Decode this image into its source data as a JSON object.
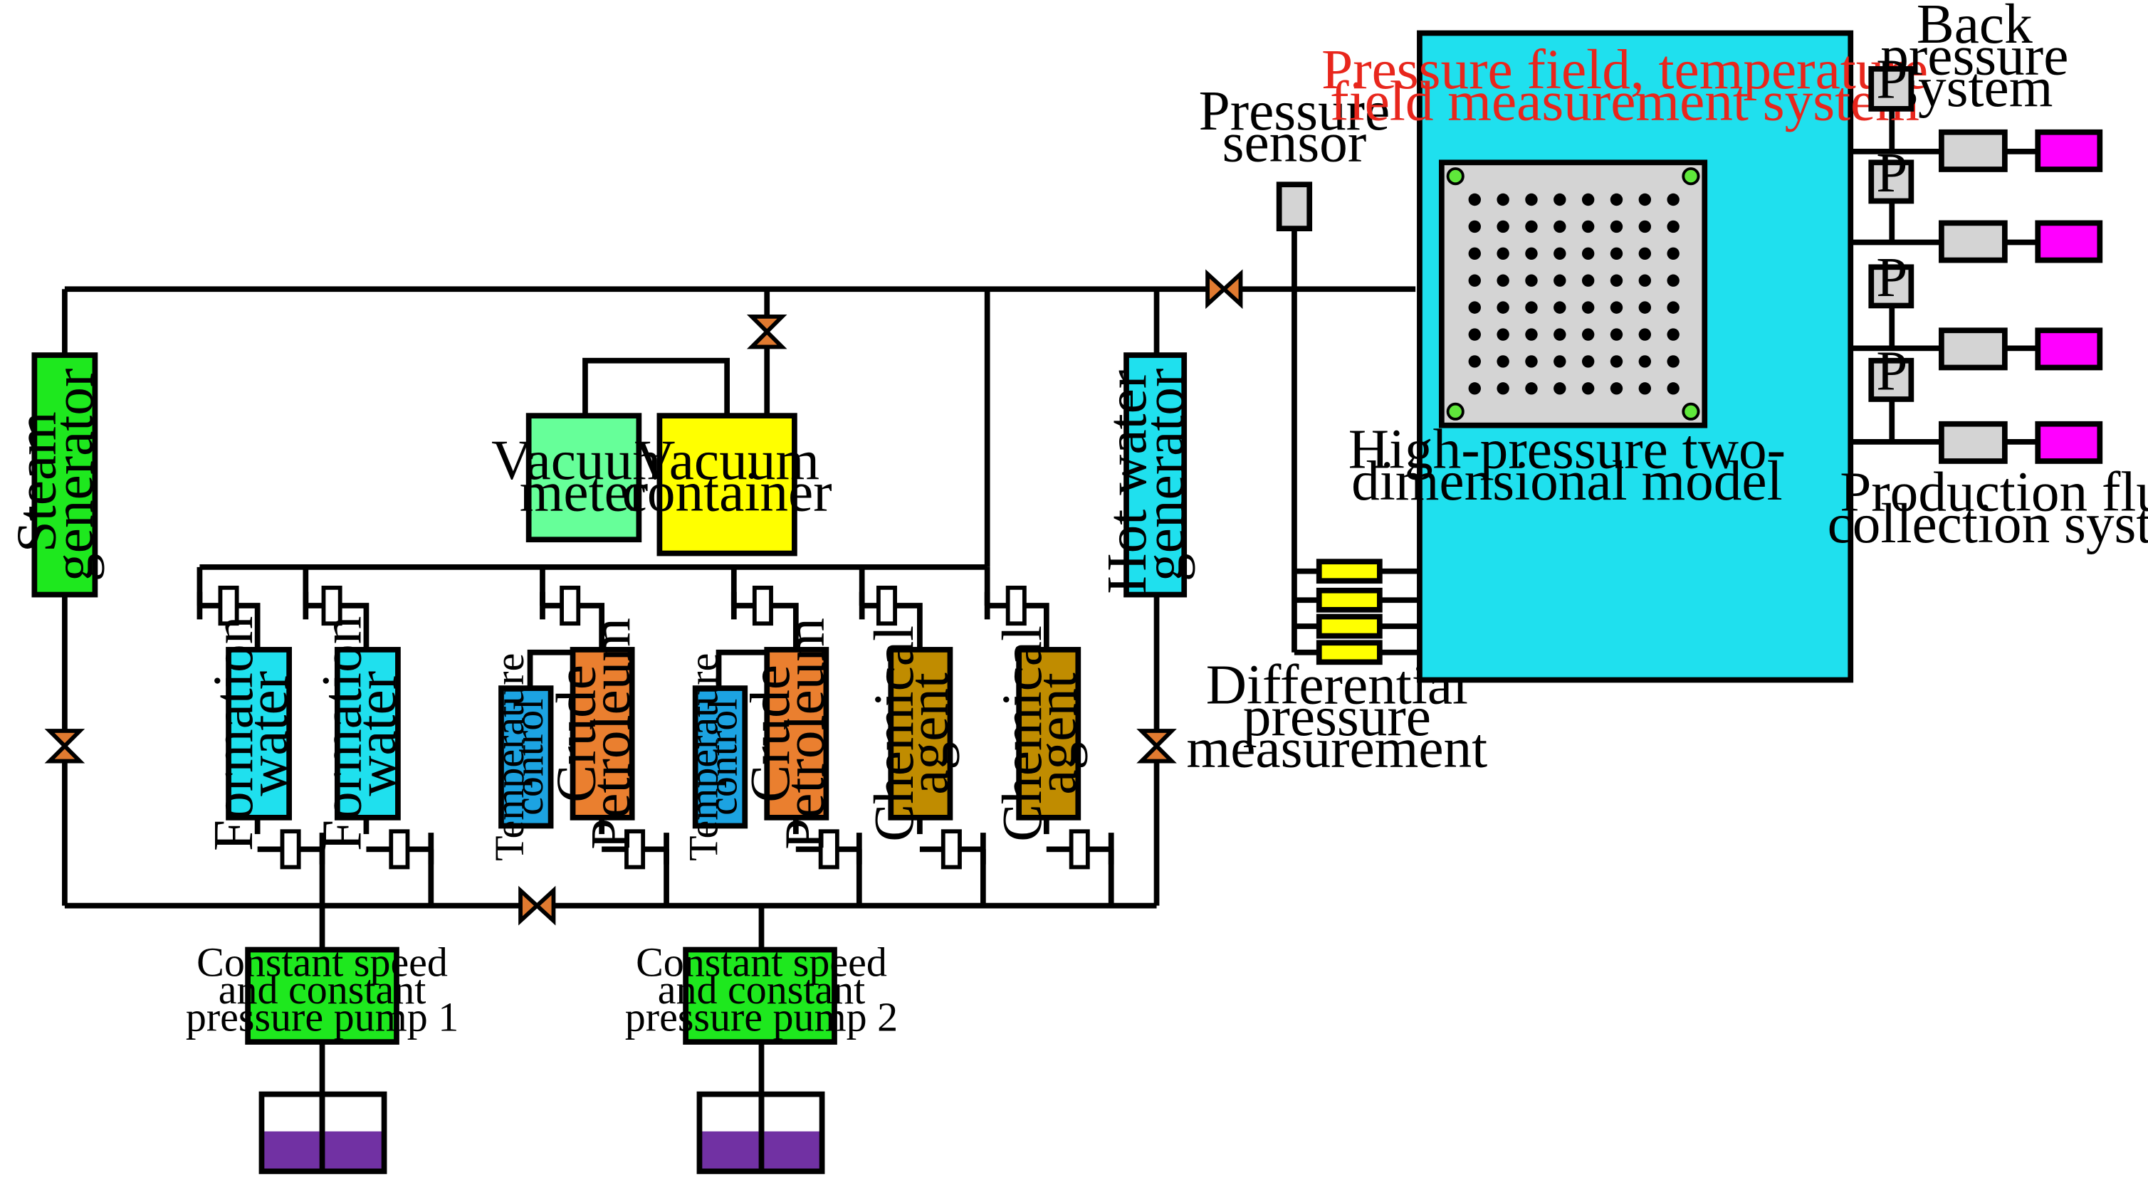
{
  "labels": {
    "steam_generator": [
      "Steam",
      "generator"
    ],
    "hot_water_generator": [
      "Hot water",
      "generator"
    ],
    "vacuum_meter": [
      "Vacuum",
      "meter"
    ],
    "vacuum_container": [
      "Vacuum",
      "container"
    ],
    "formation_water": [
      "Formation",
      "water"
    ],
    "crude_petroleum": [
      "Crude",
      "Petroleum"
    ],
    "temperature_control": [
      "Temperature",
      "control"
    ],
    "chemical_agent": [
      "Chemical",
      "agent"
    ],
    "pump_1": [
      "Constant speed",
      "and constant",
      "pressure pump 1"
    ],
    "pump_2": [
      "Constant speed",
      "and constant",
      "pressure pump 2"
    ],
    "pressure_sensor": [
      "Pressure",
      "sensor"
    ],
    "differential_pressure": [
      "Differential",
      "pressure",
      "measurement"
    ],
    "measurement_system": [
      "Pressure field, temperature",
      "field measurement system"
    ],
    "model": [
      "High-pressure two-",
      "dimensional model"
    ],
    "back_pressure": [
      "Back",
      "pressure",
      "system"
    ],
    "production": [
      "Production fluid",
      "collection system"
    ],
    "gauge_symbol": "P"
  },
  "colors": {
    "steam": "#1ee81e",
    "hot_water": "#1fe0ee",
    "vacuum_meter": "#66ff99",
    "vacuum_container": "#ffff00",
    "formation_water": "#1fe0ee",
    "crude": "#ea7f2f",
    "temp_control": "#1ca3e2",
    "chemical": "#c08c00",
    "pump": "#1ee81e",
    "tank_liquid": "#7131a3",
    "measurement_bg": "#1fe0ee",
    "model_bg": "#d4d4d4",
    "diff_sensor": "#ffff00",
    "collector": "#ff00ff",
    "valve": "#e07a30",
    "title_red": "#e8261c"
  }
}
